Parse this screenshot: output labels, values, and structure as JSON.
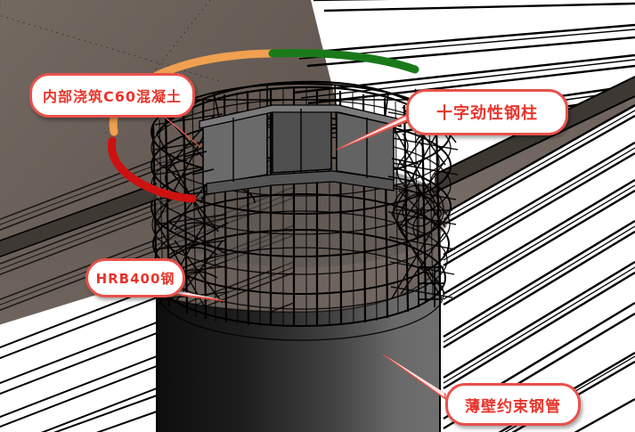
{
  "scene": {
    "title": "Steel-reinforced concrete column construction detail",
    "background_color": "#6c615a",
    "column_color_dark": "#111111",
    "column_color_light": "#6e6e6e",
    "rebar_color": "#000000",
    "beam_fill": "#ffffff",
    "beam_line": "#000000"
  },
  "markers": [
    {
      "name": "orange-arc",
      "color": "#f0a050",
      "label": "orange top-left arc"
    },
    {
      "name": "green-arc",
      "color": "#1a7a1a",
      "label": "green top-right arc"
    },
    {
      "name": "red-arc",
      "color": "#cc1111",
      "label": "dark red lower-left arc"
    }
  ],
  "callouts": [
    {
      "id": "co-0",
      "name": "callout-internal-concrete",
      "text": "内部浇筑C60混凝土",
      "text_color": "#e8352c",
      "border_color": "#e8514a",
      "fill_color": "#ffffff"
    },
    {
      "id": "co-1",
      "name": "callout-cross-steel-column",
      "text": "十字劲性钢柱",
      "text_color": "#e8352c",
      "border_color": "#e8514a",
      "fill_color": "#ffffff"
    },
    {
      "id": "co-2",
      "name": "callout-hrb400-steel",
      "text": "HRB400钢",
      "text_color": "#e8352c",
      "border_color": "#e8514a",
      "fill_color": "#ffffff"
    },
    {
      "id": "co-3",
      "name": "callout-thin-wall-confining-tube",
      "text": "薄壁约束钢管",
      "text_color": "#e8352c",
      "border_color": "#e8514a",
      "fill_color": "#ffffff"
    }
  ]
}
